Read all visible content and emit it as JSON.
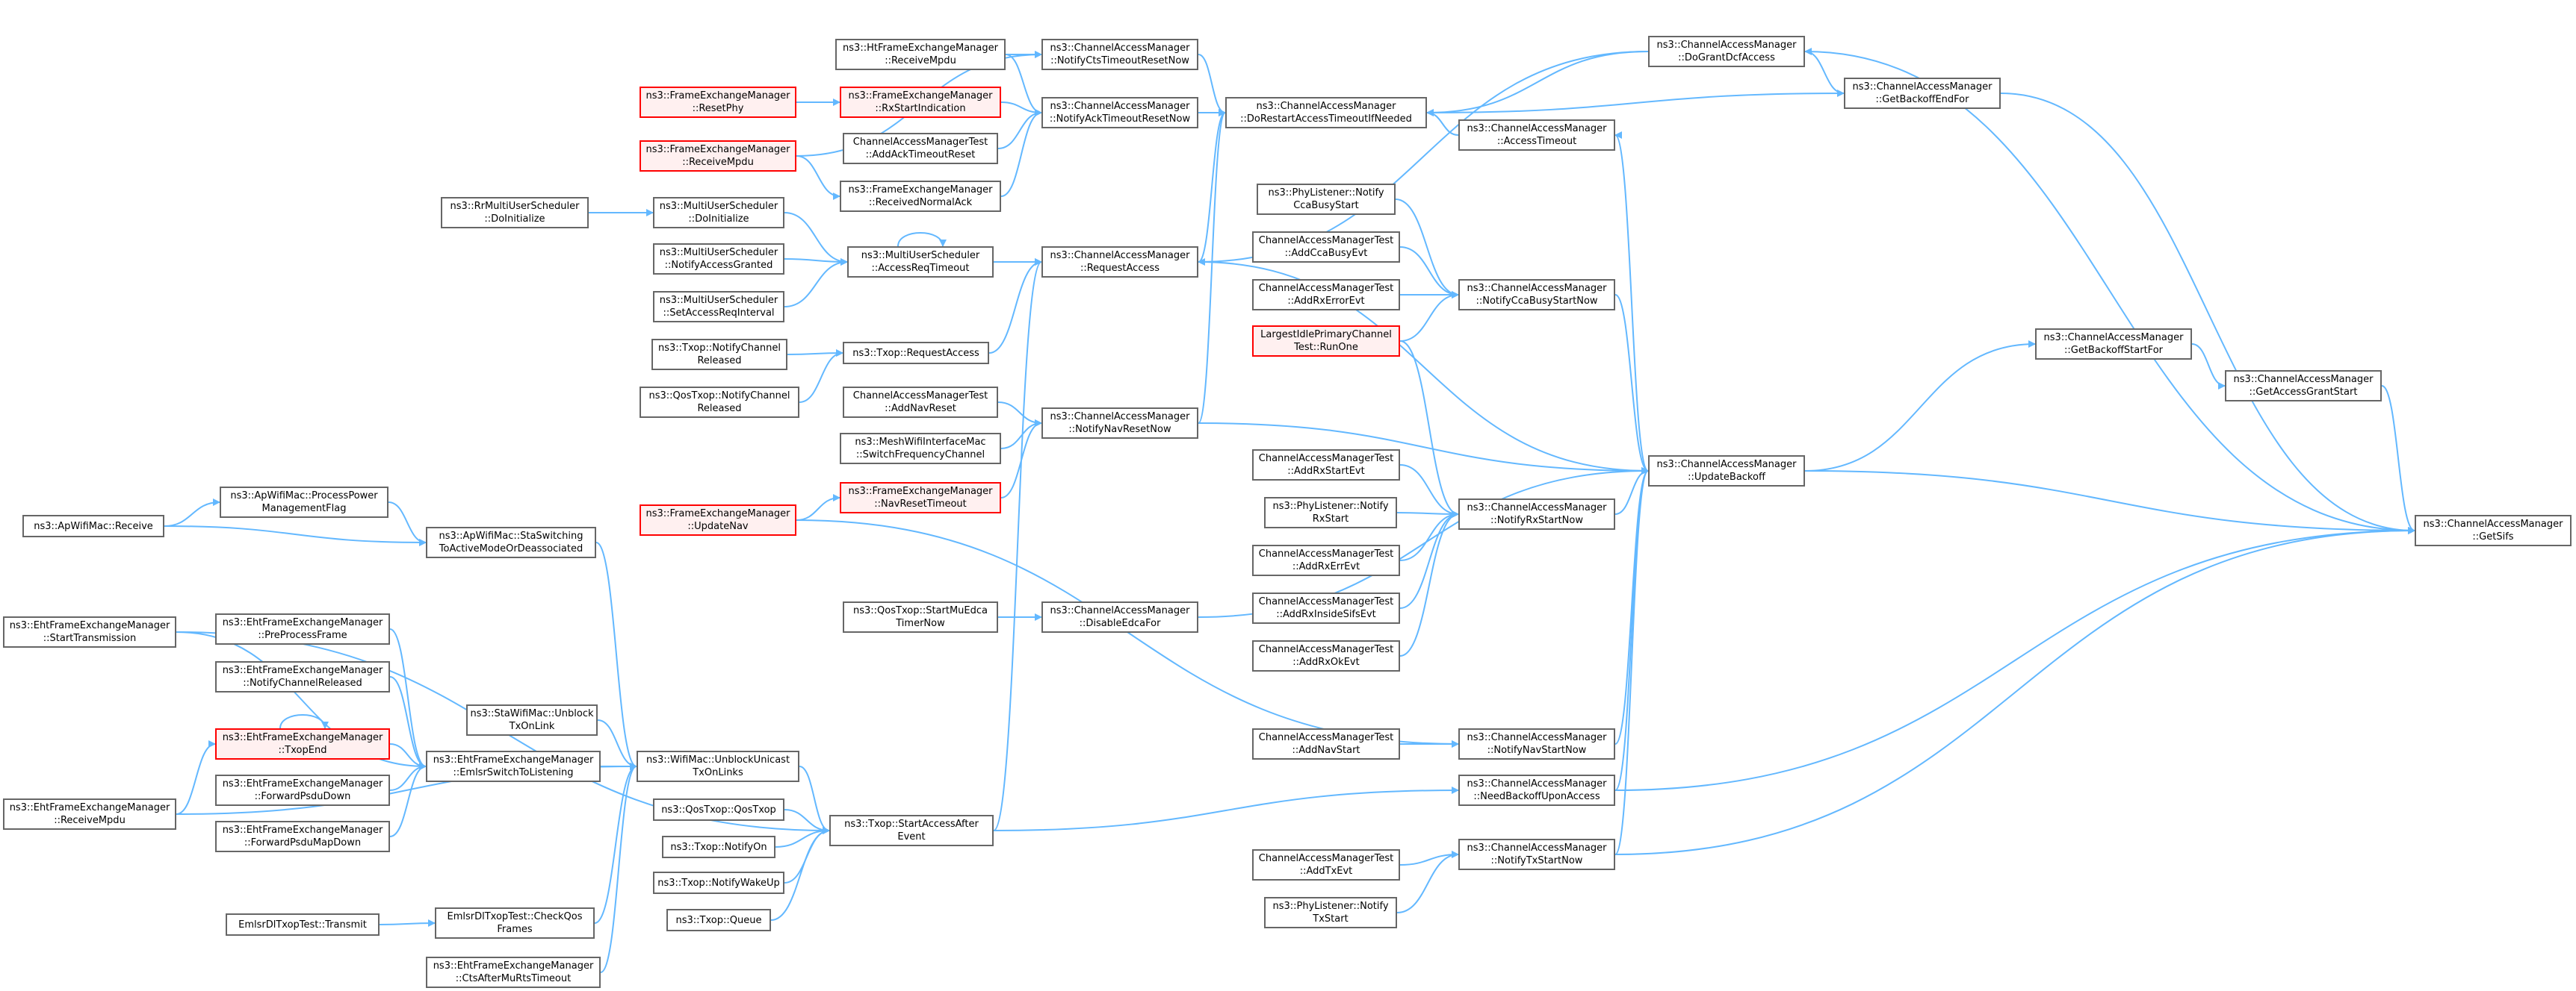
{
  "colors": {
    "edge": "#63b8ff",
    "border": "#666666",
    "red_border": "#ff0000",
    "red_fill": "#fff0f0",
    "root_fill": "#999999"
  },
  "nodes": [
    {
      "id": "getsifs",
      "lines": [
        "ns3::ChannelAccessManager",
        "::GetSifs"
      ],
      "style": "root"
    },
    {
      "id": "dogrant",
      "lines": [
        "ns3::ChannelAccessManager",
        "::DoGrantDcfAccess"
      ]
    },
    {
      "id": "getbackoffend",
      "lines": [
        "ns3::ChannelAccessManager",
        "::GetBackoffEndFor"
      ]
    },
    {
      "id": "dorestart",
      "lines": [
        "ns3::ChannelAccessManager",
        "::DoRestartAccessTimeoutIfNeeded"
      ]
    },
    {
      "id": "accesstimeout",
      "lines": [
        "ns3::ChannelAccessManager",
        "::AccessTimeout"
      ]
    },
    {
      "id": "getbackoffstart",
      "lines": [
        "ns3::ChannelAccessManager",
        "::GetBackoffStartFor"
      ]
    },
    {
      "id": "getaccessgrant",
      "lines": [
        "ns3::ChannelAccessManager",
        "::GetAccessGrantStart"
      ]
    },
    {
      "id": "updatebackoff",
      "lines": [
        "ns3::ChannelAccessManager",
        "::UpdateBackoff"
      ]
    },
    {
      "id": "ccabusystartnow",
      "lines": [
        "ns3::ChannelAccessManager",
        "::NotifyCcaBusyStartNow"
      ]
    },
    {
      "id": "rxstartnow",
      "lines": [
        "ns3::ChannelAccessManager",
        "::NotifyRxStartNow"
      ]
    },
    {
      "id": "navstartnow",
      "lines": [
        "ns3::ChannelAccessManager",
        "::NotifyNavStartNow"
      ]
    },
    {
      "id": "needbackoff",
      "lines": [
        "ns3::ChannelAccessManager",
        "::NeedBackoffUponAccess"
      ]
    },
    {
      "id": "txstartnow",
      "lines": [
        "ns3::ChannelAccessManager",
        "::NotifyTxStartNow"
      ]
    },
    {
      "id": "ctstimeoutreset",
      "lines": [
        "ns3::ChannelAccessManager",
        "::NotifyCtsTimeoutResetNow"
      ]
    },
    {
      "id": "acktimeoutreset",
      "lines": [
        "ns3::ChannelAccessManager",
        "::NotifyAckTimeoutResetNow"
      ]
    },
    {
      "id": "requestaccess",
      "lines": [
        "ns3::ChannelAccessManager",
        "::RequestAccess"
      ]
    },
    {
      "id": "navresetnow",
      "lines": [
        "ns3::ChannelAccessManager",
        "::NotifyNavResetNow"
      ]
    },
    {
      "id": "disableedca",
      "lines": [
        "ns3::ChannelAccessManager",
        "::DisableEdcaFor"
      ]
    },
    {
      "id": "phyccabusy",
      "lines": [
        "ns3::PhyListener::Notify",
        "CcaBusyStart"
      ]
    },
    {
      "id": "addccabusy",
      "lines": [
        "ChannelAccessManagerTest",
        "::AddCcaBusyEvt"
      ]
    },
    {
      "id": "addrxerror",
      "lines": [
        "ChannelAccessManagerTest",
        "::AddRxErrorEvt"
      ]
    },
    {
      "id": "largestidle",
      "lines": [
        "LargestIdlePrimaryChannel",
        "Test::RunOne"
      ],
      "style": "red"
    },
    {
      "id": "addrxstart",
      "lines": [
        "ChannelAccessManagerTest",
        "::AddRxStartEvt"
      ]
    },
    {
      "id": "phyrxstart",
      "lines": [
        "ns3::PhyListener::Notify",
        "RxStart"
      ]
    },
    {
      "id": "addrxerr2",
      "lines": [
        "ChannelAccessManagerTest",
        "::AddRxErrEvt"
      ]
    },
    {
      "id": "addrxinside",
      "lines": [
        "ChannelAccessManagerTest",
        "::AddRxInsideSifsEvt"
      ]
    },
    {
      "id": "addrxok",
      "lines": [
        "ChannelAccessManagerTest",
        "::AddRxOkEvt"
      ]
    },
    {
      "id": "addnavstart",
      "lines": [
        "ChannelAccessManagerTest",
        "::AddNavStart"
      ]
    },
    {
      "id": "addtxevt",
      "lines": [
        "ChannelAccessManagerTest",
        "::AddTxEvt"
      ]
    },
    {
      "id": "phytxstart",
      "lines": [
        "ns3::PhyListener::Notify",
        "TxStart"
      ]
    },
    {
      "id": "htreceivempdu",
      "lines": [
        "ns3::HtFrameExchangeManager",
        "::ReceiveMpdu"
      ]
    },
    {
      "id": "rxstartind",
      "lines": [
        "ns3::FrameExchangeManager",
        "::RxStartIndication"
      ],
      "style": "red"
    },
    {
      "id": "addacktimeout",
      "lines": [
        "ChannelAccessManagerTest",
        "::AddAckTimeoutReset"
      ]
    },
    {
      "id": "receivednormalack",
      "lines": [
        "ns3::FrameExchangeManager",
        "::ReceivedNormalAck"
      ]
    },
    {
      "id": "resetphy",
      "lines": [
        "ns3::FrameExchangeManager",
        "::ResetPhy"
      ],
      "style": "red"
    },
    {
      "id": "fermreceivempdu",
      "lines": [
        "ns3::FrameExchangeManager",
        "::ReceiveMpdu"
      ],
      "style": "red"
    },
    {
      "id": "mudoinit",
      "lines": [
        "ns3::MultiUserScheduler",
        "::DoInitialize"
      ]
    },
    {
      "id": "rrdoinit",
      "lines": [
        "ns3::RrMultiUserScheduler",
        "::DoInitialize"
      ]
    },
    {
      "id": "accessreqtimeout",
      "lines": [
        "ns3::MultiUserScheduler",
        "::AccessReqTimeout"
      ]
    },
    {
      "id": "notifyaccessgranted",
      "lines": [
        "ns3::MultiUserScheduler",
        "::NotifyAccessGranted"
      ]
    },
    {
      "id": "setaccessreq",
      "lines": [
        "ns3::MultiUserScheduler",
        "::SetAccessReqInterval"
      ]
    },
    {
      "id": "txoprequest",
      "lines": [
        "ns3::Txop::RequestAccess"
      ]
    },
    {
      "id": "txopchanrel",
      "lines": [
        "ns3::Txop::NotifyChannel",
        "Released"
      ]
    },
    {
      "id": "qostxopchanrel",
      "lines": [
        "ns3::QosTxop::NotifyChannel",
        "Released"
      ]
    },
    {
      "id": "addnavreset",
      "lines": [
        "ChannelAccessManagerTest",
        "::AddNavReset"
      ]
    },
    {
      "id": "meshswitch",
      "lines": [
        "ns3::MeshWifiInterfaceMac",
        "::SwitchFrequencyChannel"
      ]
    },
    {
      "id": "navresettimeout",
      "lines": [
        "ns3::FrameExchangeManager",
        "::NavResetTimeout"
      ],
      "style": "red"
    },
    {
      "id": "updatenav",
      "lines": [
        "ns3::FrameExchangeManager",
        "::UpdateNav"
      ],
      "style": "red"
    },
    {
      "id": "startmuedca",
      "lines": [
        "ns3::QosTxop::StartMuEdca",
        "TimerNow"
      ]
    },
    {
      "id": "startaccessafter",
      "lines": [
        "ns3::Txop::StartAccessAfter",
        "Event"
      ]
    },
    {
      "id": "qostxopqostxop",
      "lines": [
        "ns3::QosTxop::QosTxop"
      ]
    },
    {
      "id": "txopnotifyon",
      "lines": [
        "ns3::Txop::NotifyOn"
      ]
    },
    {
      "id": "txopwakeup",
      "lines": [
        "ns3::Txop::NotifyWakeUp"
      ]
    },
    {
      "id": "txopqueue",
      "lines": [
        "ns3::Txop::Queue"
      ]
    },
    {
      "id": "unblockunicast",
      "lines": [
        "ns3::WifiMac::UnblockUnicast",
        "TxOnLinks"
      ]
    },
    {
      "id": "stawifiunblock",
      "lines": [
        "ns3::StaWifiMac::Unblock",
        "TxOnLink"
      ]
    },
    {
      "id": "emlsrswitch",
      "lines": [
        "ns3::EhtFrameExchangeManager",
        "::EmlsrSwitchToListening"
      ]
    },
    {
      "id": "emlsrcheckqos",
      "lines": [
        "EmlsrDlTxopTest::CheckQos",
        "Frames"
      ]
    },
    {
      "id": "emlsrtransmit",
      "lines": [
        "EmlsrDlTxopTest::Transmit"
      ]
    },
    {
      "id": "ctsaftermurts",
      "lines": [
        "ns3::EhtFrameExchangeManager",
        "::CtsAfterMuRtsTimeout"
      ]
    },
    {
      "id": "apstaswitching",
      "lines": [
        "ns3::ApWifiMac::StaSwitching",
        "ToActiveModeOrDeassociated"
      ]
    },
    {
      "id": "approcesspower",
      "lines": [
        "ns3::ApWifiMac::ProcessPower",
        "ManagementFlag"
      ]
    },
    {
      "id": "apreceive",
      "lines": [
        "ns3::ApWifiMac::Receive"
      ]
    },
    {
      "id": "ehtstarttx",
      "lines": [
        "ns3::EhtFrameExchangeManager",
        "::StartTransmission"
      ]
    },
    {
      "id": "ehtpreprocess",
      "lines": [
        "ns3::EhtFrameExchangeManager",
        "::PreProcessFrame"
      ]
    },
    {
      "id": "ehtnotifychan",
      "lines": [
        "ns3::EhtFrameExchangeManager",
        "::NotifyChannelReleased"
      ]
    },
    {
      "id": "ehttxopend",
      "lines": [
        "ns3::EhtFrameExchangeManager",
        "::TxopEnd"
      ],
      "style": "red"
    },
    {
      "id": "ehtfwdpsdu",
      "lines": [
        "ns3::EhtFrameExchangeManager",
        "::ForwardPsduDown"
      ]
    },
    {
      "id": "ehtfwdpsdumap",
      "lines": [
        "ns3::EhtFrameExchangeManager",
        "::ForwardPsduMapDown"
      ]
    },
    {
      "id": "ehtreceivempdu",
      "lines": [
        "ns3::EhtFrameExchangeManager",
        "::ReceiveMpdu"
      ]
    }
  ]
}
